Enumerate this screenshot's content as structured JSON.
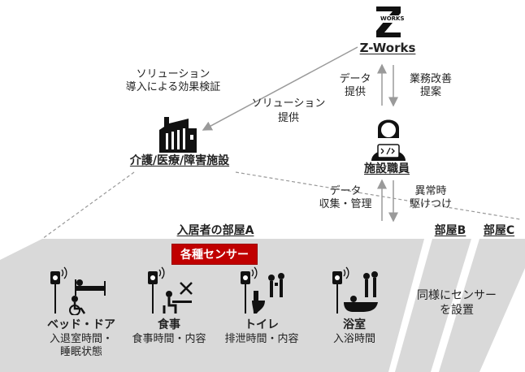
{
  "company": {
    "logo_text": "WORKS",
    "name": "Z-Works"
  },
  "arrows": {
    "verification": [
      "ソリューション",
      "導入による効果検証"
    ],
    "provide_solution": [
      "ソリューション",
      "提供"
    ],
    "data_provide": [
      "データ",
      "提供"
    ],
    "work_improvement": [
      "業務改善",
      "提案"
    ],
    "data_collect": [
      "データ",
      "収集・管理"
    ],
    "emergency": [
      "異常時",
      "駆けつけ"
    ]
  },
  "facility": {
    "label": "介護/医療/障害施設"
  },
  "staff": {
    "label": "施設職員"
  },
  "rooms": {
    "room_a": "入居者の部屋A",
    "room_b": "部屋B",
    "room_c": "部屋C",
    "sensors_badge": "各種センサー",
    "other_rooms_note": [
      "同様にセンサー",
      "を設置"
    ]
  },
  "sensor_categories": [
    {
      "title": "ベッド・ドア",
      "detail": [
        "入退室時間・",
        "睡眠状態"
      ]
    },
    {
      "title": "食事",
      "detail": [
        "食事時間・内容"
      ]
    },
    {
      "title": "トイレ",
      "detail": [
        "排泄時間・内容"
      ]
    },
    {
      "title": "浴室",
      "detail": [
        "入浴時間"
      ]
    }
  ]
}
